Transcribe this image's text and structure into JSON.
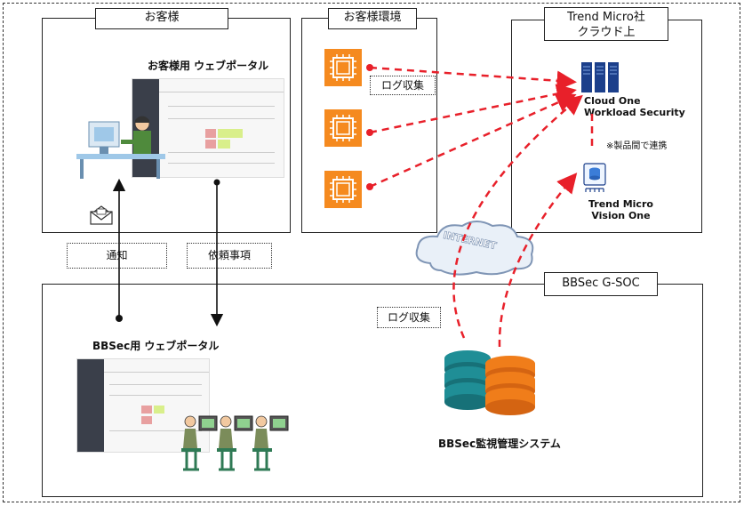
{
  "customer": {
    "title": "お客様",
    "portal_label": "お客様用 ウェブポータル"
  },
  "environment": {
    "title": "お客様環境",
    "log_label": "ログ収集"
  },
  "trendmicro": {
    "title_line1": "Trend Micro社",
    "title_line2": "クラウド上",
    "cloud_one_line1": "Cloud One",
    "cloud_one_line2": "Workload Security",
    "link_note": "※製品間で連携",
    "vision_one_line1": "Trend Micro",
    "vision_one_line2": "Vision One"
  },
  "flows": {
    "notify": "通知",
    "request": "依頼事項"
  },
  "internet": "INTERNET",
  "gsoc": {
    "title": "BBSec G-SOC",
    "log_label": "ログ収集",
    "portal_label": "BBSec用 ウェブポータル",
    "system_label": "BBSec監視管理システム"
  },
  "colors": {
    "arrow_red": "#e8202a",
    "aws_orange": "#f58a1f",
    "db_teal": "#1f8e96",
    "db_orange": "#f07d1a",
    "server_blue": "#1b3f8b"
  }
}
